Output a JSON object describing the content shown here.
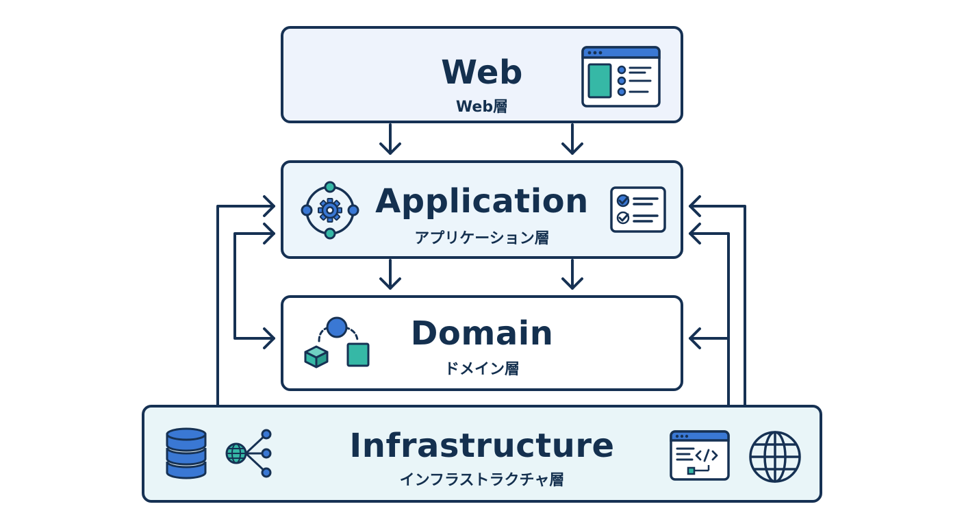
{
  "colors": {
    "outline": "#163153",
    "accent_blue": "#3a78d4",
    "accent_teal": "#36b8a6",
    "web_fill": "#eef3fc",
    "application_fill": "#ecf5fb",
    "domain_fill": "#ffffff",
    "infrastructure_fill": "#e9f5f8"
  },
  "layers": {
    "web": {
      "title": "Web",
      "subtitle": "Web層",
      "icons": [
        "browser-window-icon"
      ]
    },
    "application": {
      "title": "Application",
      "subtitle": "アプリケーション層",
      "icons": [
        "gear-orbit-icon",
        "checklist-icon"
      ]
    },
    "domain": {
      "title": "Domain",
      "subtitle": "ドメイン層",
      "icons": [
        "domain-model-icon"
      ]
    },
    "infrastructure": {
      "title": "Infrastructure",
      "subtitle": "インフラストラクチャ層",
      "icons": [
        "database-icon",
        "network-icon",
        "code-window-icon",
        "globe-icon"
      ]
    }
  }
}
